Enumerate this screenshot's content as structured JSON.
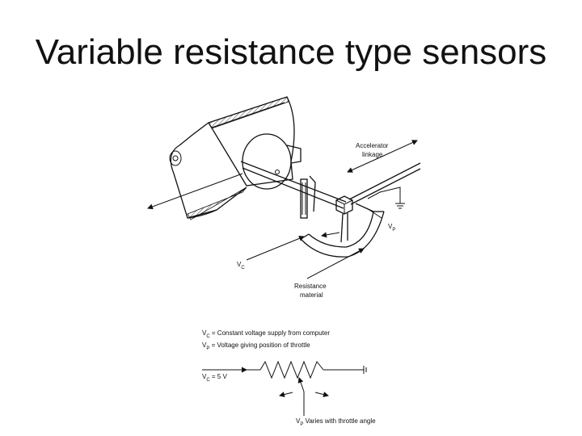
{
  "slide": {
    "title": "Variable resistance type sensors"
  },
  "diagram": {
    "label_linkage_1": "Accelerator",
    "label_linkage_2": "linkage",
    "label_vp": "V",
    "label_vp_sub": "P",
    "label_vc": "V",
    "label_vc_sub": "C",
    "label_resistance_1": "Resistance",
    "label_resistance_2": "material"
  },
  "legend": {
    "vc_sym": "V",
    "vc_sub": "C",
    "vc_text": " = Constant voltage supply from computer",
    "vp_sym": "V",
    "vp_sub": "P",
    "vp_text": " = Voltage giving position of throttle"
  },
  "circuit": {
    "vc_sym": "V",
    "vc_sub": "C",
    "vc_value": " = 5 V",
    "vp_sym": "V",
    "vp_sub": "P",
    "vp_text": " Varies with throttle angle"
  }
}
